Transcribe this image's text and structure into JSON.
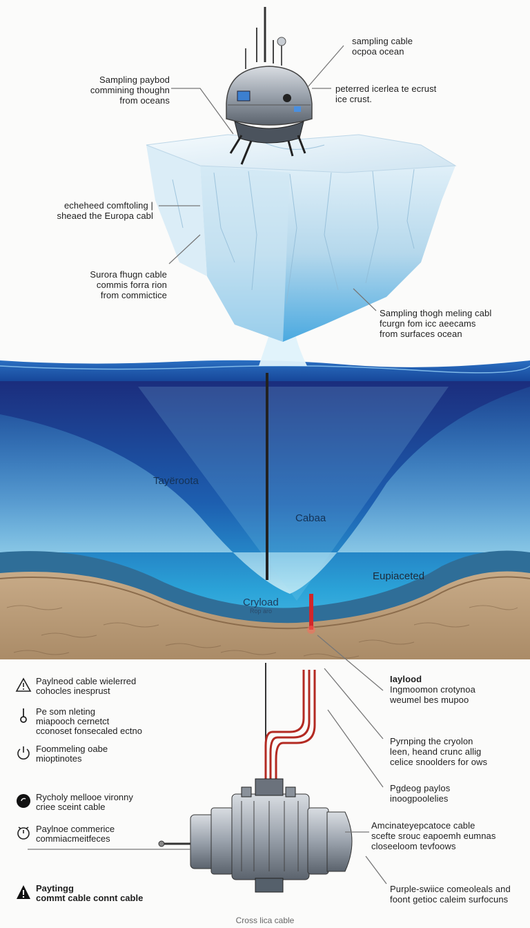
{
  "labels": {
    "top_left": "Sampling paybod\ncommining thoughn\nfrom oceans",
    "top_right_1": "sampling cable\nocpoa ocean",
    "top_right_2": "peterred icerlea te ecrust\nice crust.",
    "mid_left_1": "echeheed comftoling  |\nsheaed the Europa cabl",
    "mid_left_2": "Surora fhugn cable\ncommis forra rion\nfrom commictice",
    "mid_right": "Sampling thogh meling cabl\nfcurgn fom icc aeecams\nfrom surfaces ocean",
    "right_payload_title": "Iaylood",
    "right_payload_text": "Ingmoomon crotynoa\nweumel bes mupoo",
    "right_2": "Pyrnping the cryolon\nleen, heand crunc allig\ncelice snoolders for ows",
    "right_3": "Pgdeog paylos\ninoogpoolelies",
    "right_4": "Amcinateyepcatoce cable\nscefte srouc eapoemh eumnas\ncloseeloom tevfoows",
    "right_5": "Purple-swiice comeoleals and\nfoont getioc caleim surfocuns"
  },
  "ocean": {
    "left": "Tayëroota",
    "center": "Cabaa",
    "right": "Eupiaceted",
    "cryoload": "Cryload",
    "cryoload_sub": "Rop aro"
  },
  "legend": [
    {
      "icon": "warning-triangle-icon",
      "text": "Paylneod cable wielerred\ncohocles inesprust",
      "bold": false
    },
    {
      "icon": "pin-icon",
      "text": "Pe som nleting\nmiapooch cernetct\ncconoset fonsecaled ectno",
      "bold": false
    },
    {
      "icon": "power-icon",
      "text": "Foommeling oabe\nmioptinotes",
      "bold": false
    },
    {
      "icon": "filled-circle-icon",
      "text": "Rycholy mellooe vironny\ncriee sceint cable",
      "bold": false
    },
    {
      "icon": "timer-icon",
      "text": "Paylnoe commerice\ncommiacmeitfeces",
      "bold": false
    },
    {
      "icon": "filled-warning-icon",
      "text": "Paytingg\ncommt cable connt cable",
      "bold": true
    }
  ],
  "caption": "Cross lica cable"
}
